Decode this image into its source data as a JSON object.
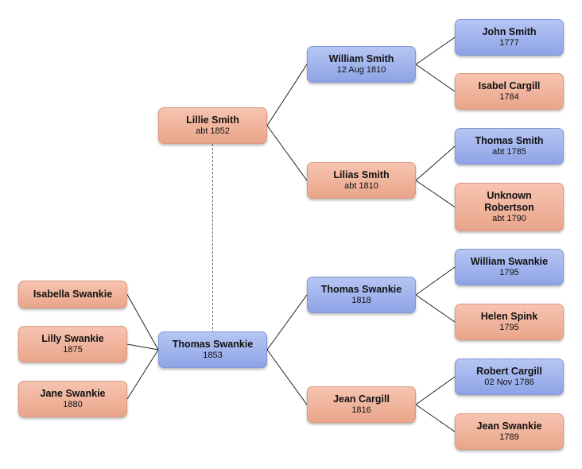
{
  "colors": {
    "male": "#9fb3ee",
    "female": "#f1b49c",
    "connector": "#222222",
    "spouse_link": "#666666"
  },
  "people": {
    "isabella_swankie": {
      "name": "Isabella Swankie",
      "date": "",
      "sex": "female"
    },
    "lilly_swankie": {
      "name": "Lilly Swankie",
      "date": "1875",
      "sex": "female"
    },
    "jane_swankie": {
      "name": "Jane Swankie",
      "date": "1880",
      "sex": "female"
    },
    "lillie_smith": {
      "name": "Lillie Smith",
      "date": "abt 1852",
      "sex": "female"
    },
    "thomas_swankie_1853": {
      "name": "Thomas Swankie",
      "date": "1853",
      "sex": "male"
    },
    "william_smith": {
      "name": "William Smith",
      "date": "12 Aug 1810",
      "sex": "male"
    },
    "lilias_smith": {
      "name": "Lilias Smith",
      "date": "abt 1810",
      "sex": "female"
    },
    "thomas_swankie_1818": {
      "name": "Thomas Swankie",
      "date": "1818",
      "sex": "male"
    },
    "jean_cargill": {
      "name": "Jean Cargill",
      "date": "1816",
      "sex": "female"
    },
    "john_smith": {
      "name": "John Smith",
      "date": "1777",
      "sex": "male"
    },
    "isabel_cargill": {
      "name": "Isabel Cargill",
      "date": "1784",
      "sex": "female"
    },
    "thomas_smith": {
      "name": "Thomas Smith",
      "date": "abt 1785",
      "sex": "male"
    },
    "unknown_robertson": {
      "name": "Unknown Robertson",
      "date": "abt 1790",
      "sex": "female"
    },
    "william_swankie": {
      "name": "William Swankie",
      "date": "1795",
      "sex": "male"
    },
    "helen_spink": {
      "name": "Helen Spink",
      "date": "1795",
      "sex": "female"
    },
    "robert_cargill": {
      "name": "Robert Cargill",
      "date": "02 Nov 1786",
      "sex": "male"
    },
    "jean_swankie": {
      "name": "Jean Swankie",
      "date": "1789",
      "sex": "female"
    }
  },
  "relations": {
    "spouses": [
      {
        "a": "lillie_smith",
        "b": "thomas_swankie_1853"
      }
    ],
    "children_of": [
      {
        "parent": "thomas_swankie_1853",
        "child": "isabella_swankie"
      },
      {
        "parent": "thomas_swankie_1853",
        "child": "lilly_swankie"
      },
      {
        "parent": "thomas_swankie_1853",
        "child": "jane_swankie"
      }
    ],
    "parents_of": [
      {
        "person": "lillie_smith",
        "father": "william_smith",
        "mother": "lilias_smith"
      },
      {
        "person": "william_smith",
        "father": "john_smith",
        "mother": "isabel_cargill"
      },
      {
        "person": "lilias_smith",
        "father": "thomas_smith",
        "mother": "unknown_robertson"
      },
      {
        "person": "thomas_swankie_1853",
        "father": "thomas_swankie_1818",
        "mother": "jean_cargill"
      },
      {
        "person": "thomas_swankie_1818",
        "father": "william_swankie",
        "mother": "helen_spink"
      },
      {
        "person": "jean_cargill",
        "father": "robert_cargill",
        "mother": "jean_swankie"
      }
    ]
  }
}
